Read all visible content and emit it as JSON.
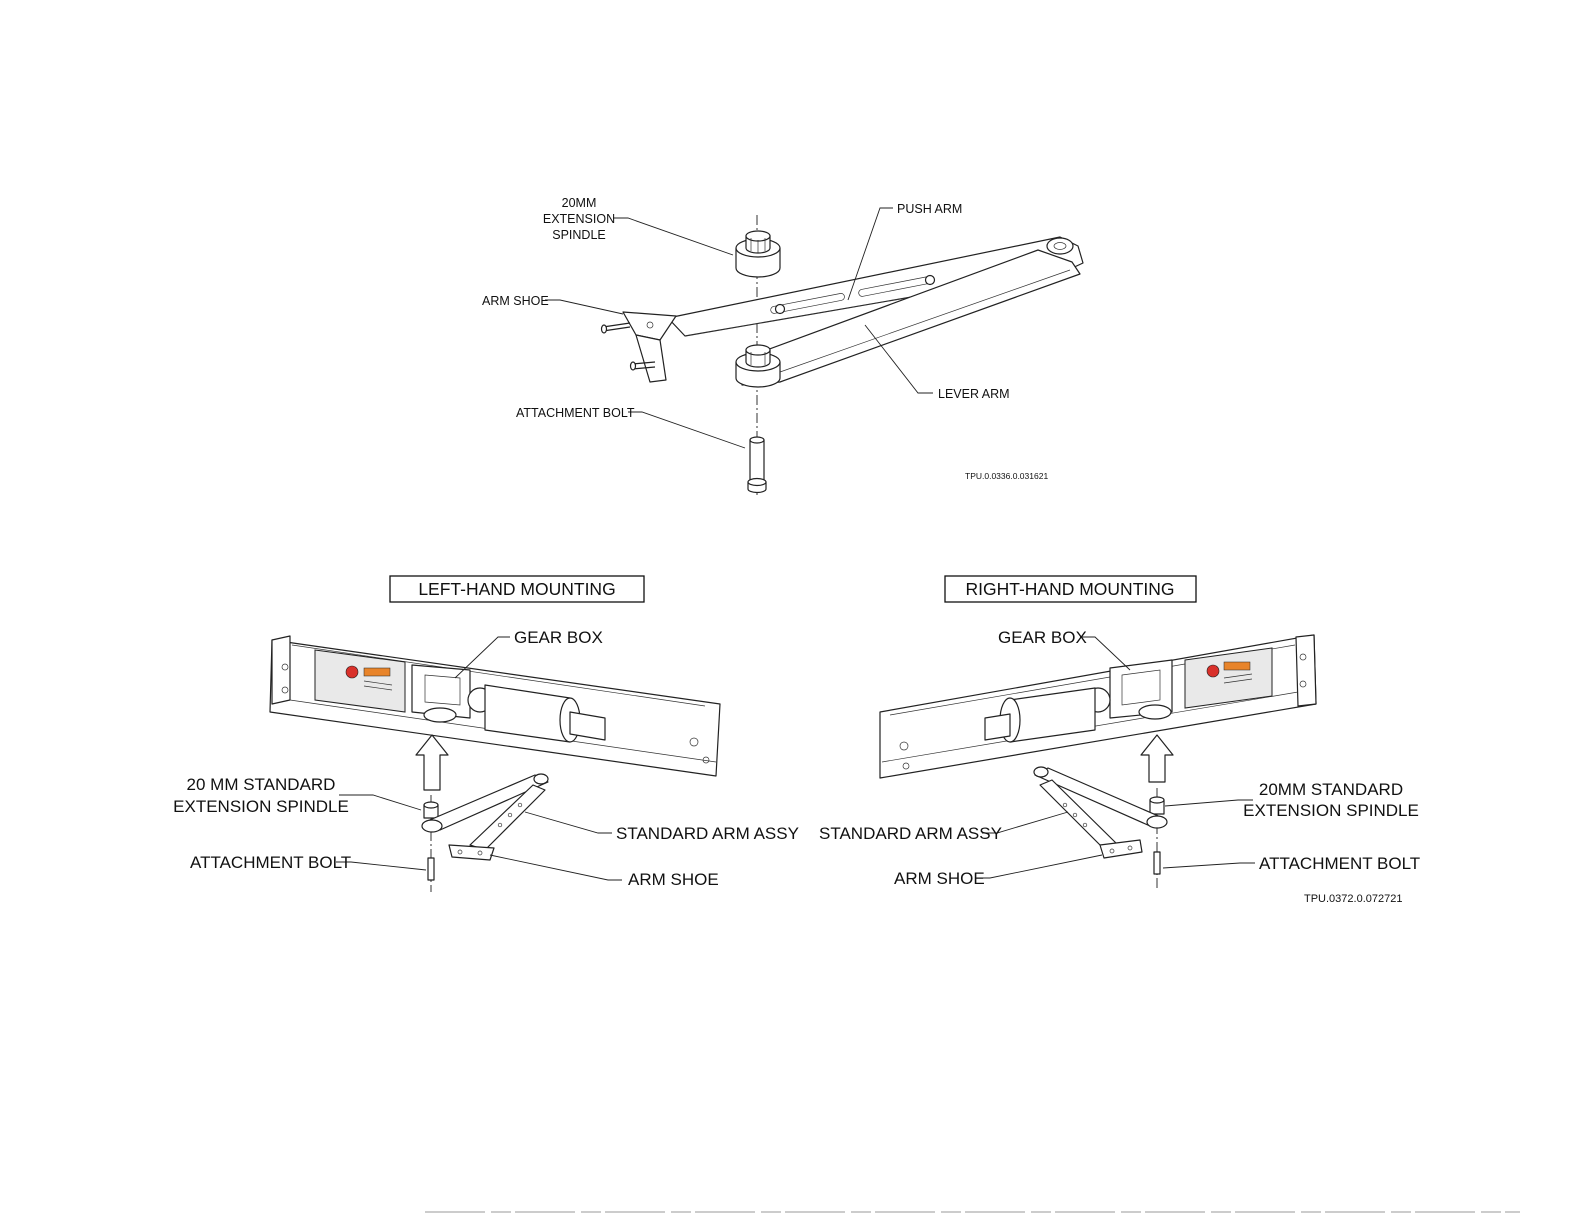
{
  "top_diagram": {
    "labels": {
      "spindle_line1": "20MM",
      "spindle_line2": "EXTENSION",
      "spindle_line3": "SPINDLE",
      "push_arm": "PUSH ARM",
      "arm_shoe": "ARM SHOE",
      "lever_arm": "LEVER ARM",
      "attachment_bolt": "ATTACHMENT BOLT"
    },
    "ref_code": "TPU.0.0336.0.031621"
  },
  "left_mounting": {
    "title": "LEFT-HAND MOUNTING",
    "labels": {
      "gear_box": "GEAR BOX",
      "spindle_line1": "20 MM STANDARD",
      "spindle_line2": "EXTENSION SPINDLE",
      "arm_assy": "STANDARD ARM ASSY",
      "attachment_bolt": "ATTACHMENT BOLT",
      "arm_shoe": "ARM SHOE"
    }
  },
  "right_mounting": {
    "title": "RIGHT-HAND MOUNTING",
    "labels": {
      "gear_box": "GEAR BOX",
      "spindle_line1": "20MM STANDARD",
      "spindle_line2": "EXTENSION SPINDLE",
      "arm_assy": "STANDARD ARM ASSY",
      "attachment_bolt": "ATTACHMENT BOLT",
      "arm_shoe": "ARM SHOE"
    },
    "ref_code": "TPU.0372.0.072721"
  },
  "colors": {
    "stop_sticker": "#d9302a",
    "warning_band": "#e8842a",
    "line": "#222222"
  }
}
